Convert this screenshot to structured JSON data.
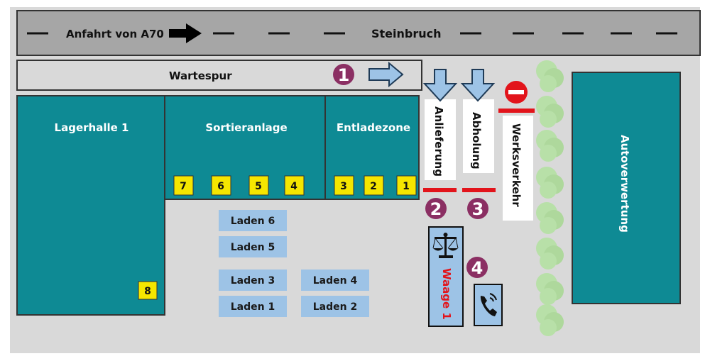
{
  "colors": {
    "ground": "#d9d9d9",
    "road": "#a6a6a6",
    "hall": "#0e8a94",
    "dock": "#f5e600",
    "shop": "#9dc3e6",
    "step": "#8b2f63",
    "red": "#e2141b",
    "hedge": "#b8e0a8"
  },
  "road": {
    "label_from": "Anfahrt von A70",
    "label_to": "Steinbruch"
  },
  "waiting_lane": {
    "label": "Wartespur"
  },
  "halls": {
    "lagerhalle": "Lagerhalle 1",
    "sortieranlage": "Sortieranlage",
    "entladezone": "Entladezone",
    "autoverwertung": "Autoverwertung"
  },
  "docks": [
    "7",
    "6",
    "5",
    "4",
    "3",
    "2",
    "1",
    "8"
  ],
  "shops": [
    "Laden 6",
    "Laden 5",
    "Laden 3",
    "Laden 4",
    "Laden 1",
    "Laden 2"
  ],
  "lanes": {
    "anlieferung": "Anlieferung",
    "abholung": "Abholung",
    "werksverkehr": "Werksverkehr"
  },
  "scale": {
    "label": "Waage 1",
    "icon": "scale-icon"
  },
  "steps": [
    "1",
    "2",
    "3",
    "4"
  ],
  "icons": [
    "arrow-right-icon",
    "arrow-down-icon",
    "no-entry-icon",
    "phone-icon",
    "scale-icon",
    "hedge-icon"
  ]
}
